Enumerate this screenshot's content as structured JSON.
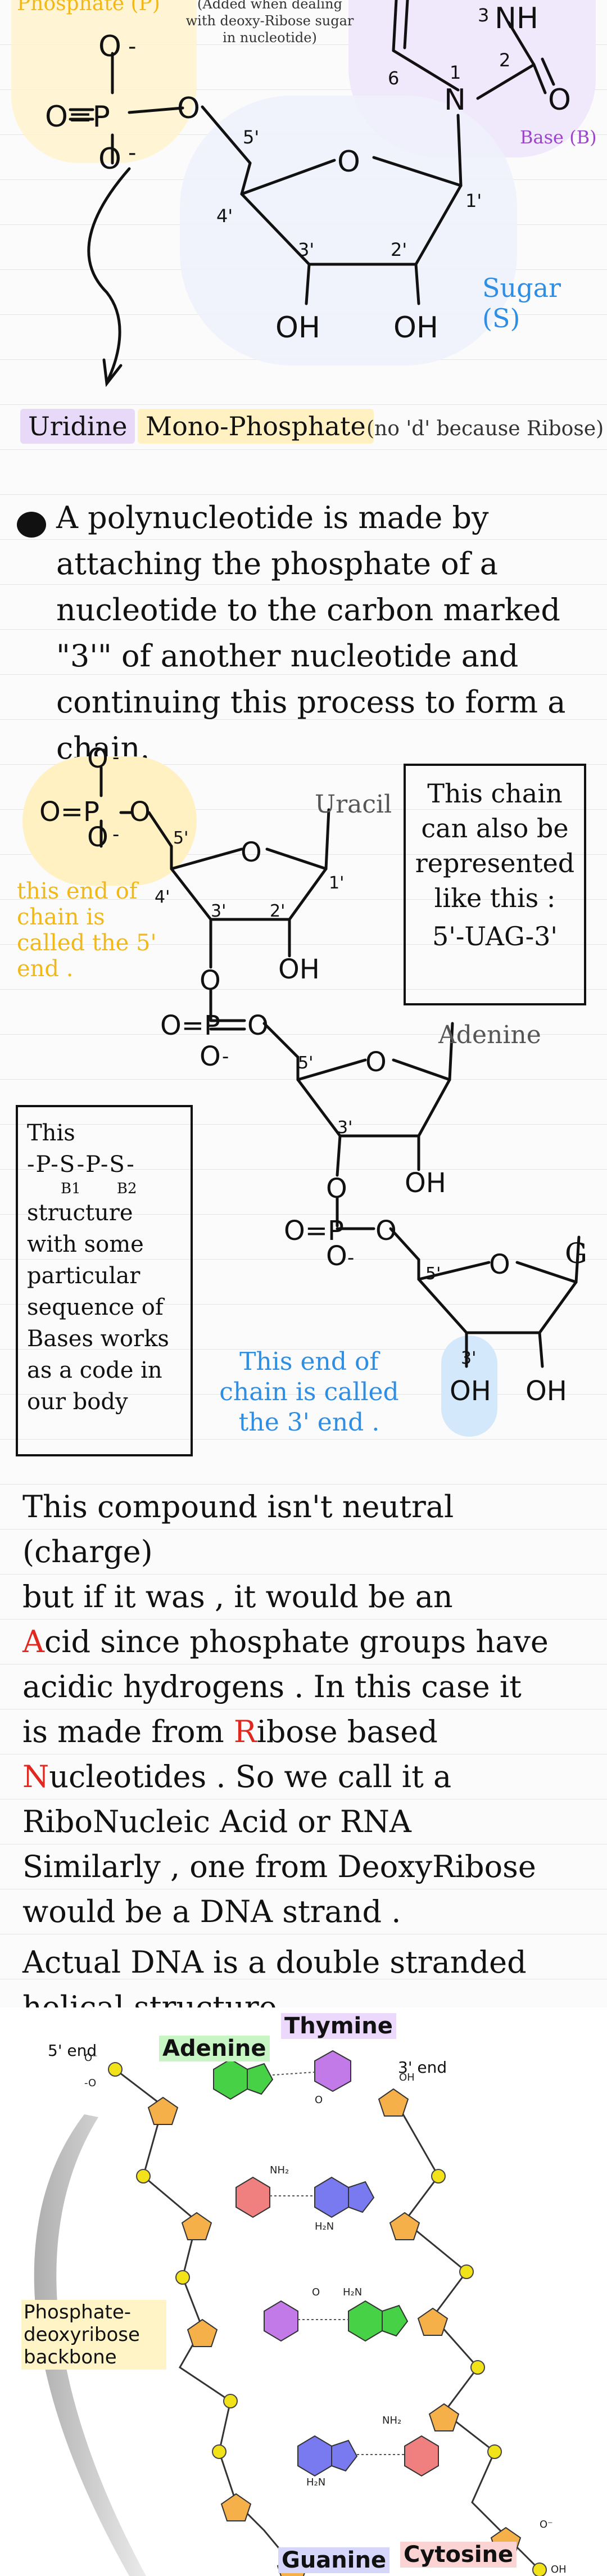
{
  "structure1": {
    "phosphate_label": "Phosphate (P)",
    "added_note": "(Added when dealing with deoxy-Ribose sugar in nucleotide)",
    "base_label": "Base (B)",
    "sugar_label": "Sugar (S)",
    "atoms": {
      "nh": "NH",
      "n": "N",
      "o": "O",
      "oh": "OH",
      "n3": "3",
      "n2": "2",
      "n6": "6",
      "n1": "1",
      "c5": "5'",
      "c4": "4'",
      "c3": "3'",
      "c2": "2'",
      "c1": "1'"
    }
  },
  "title_row": {
    "uridine": "Uridine",
    "monophosphate": "Mono-Phosphate",
    "note": "(no 'd' because Ribose)"
  },
  "polynucleotide": {
    "text": "A polynucleotide is made by attaching the phosphate of a nucleotide to the carbon marked \"3'\" of another nucleotide and continuing this process to form a chain."
  },
  "chain_diagram": {
    "uracil": "Uracil",
    "adenine": "Adenine",
    "g": "G",
    "chain_box": "This chain can also be represented like this :",
    "chain_seq": "5'-UAG-3'",
    "five_end_note": "this end of chain is called the 5' end .",
    "three_end_note": "This end of chain is called the 3' end .",
    "code_box_title": "This",
    "code_box_seq": "-P-S-P-S-",
    "code_box_b1": "B1",
    "code_box_b2": "B2",
    "code_box_text": "structure with some particular sequence of Bases works as a code in our body"
  },
  "acid_paragraph": {
    "line1": "This compound isn't neutral (charge)",
    "line2": "but if it was , it would be an",
    "line3_letter": "A",
    "line3_rest": "cid since phosphate groups have",
    "line4": "acidic hydrogens . In this case it",
    "line5_start": "is made from ",
    "line5_letter": "R",
    "line5_rest": "ibose based",
    "line6_letter": "N",
    "line6_rest": "ucleotides . So we call it a",
    "line7": "RiboNucleic Acid or RNA",
    "line8": "Similarly , one from DeoxyRibose",
    "line9": "would be a DNA strand .",
    "line10": "Actual DNA is a double stranded",
    "line11": "helical structure ."
  },
  "dna_figure": {
    "five_end": "5' end",
    "three_end": "3' end",
    "adenine": "Adenine",
    "thymine": "Thymine",
    "guanine": "Guanine",
    "cytosine": "Cytosine",
    "backbone": "Phosphate-deoxyribose backbone",
    "colors": {
      "adenine": "#3cc23c",
      "thymine": "#b15adf",
      "guanine": "#5a5ae0",
      "cytosine": "#ef6d6d",
      "phosphate": "#f2e21a",
      "sugar": "#f0a030"
    }
  }
}
